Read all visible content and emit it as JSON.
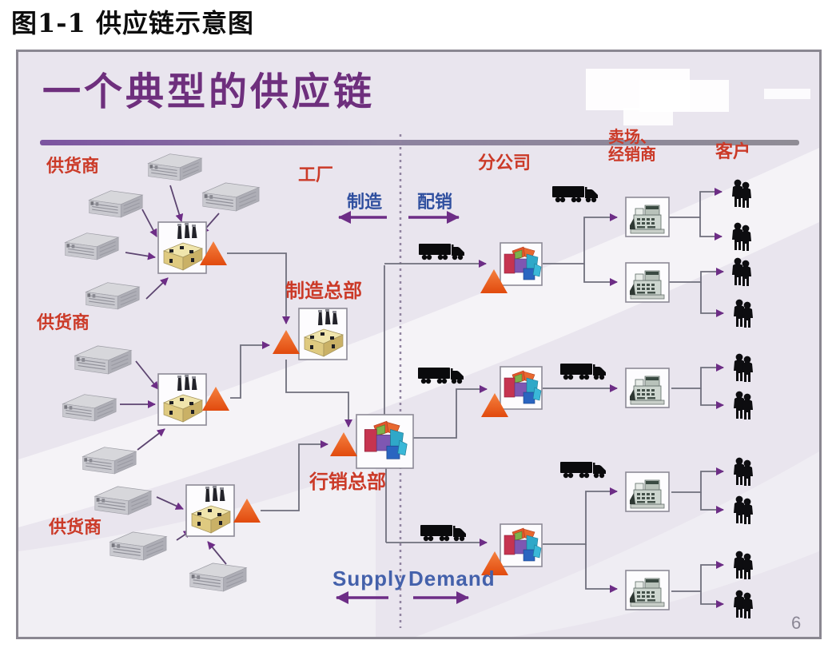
{
  "figure": {
    "caption": "图1-1 供应链示意图"
  },
  "slide": {
    "title": "一个典型的供应链",
    "page_number": "6",
    "stage_labels": {
      "suppliers": [
        "供货商",
        "供货商",
        "供货商"
      ],
      "factory_zone": "工厂",
      "branch": "分公司",
      "retailer_lines": [
        "卖场、",
        "经销商"
      ],
      "customer": "客户"
    },
    "node_labels": {
      "manufacturing_hq": "制造总部",
      "marketing_hq": "行销总部"
    },
    "flow_labels": {
      "manufacture": "制造",
      "distribution": "配销",
      "supply": "Supply",
      "demand": "Demand"
    },
    "icons": {
      "supplier": "supplier-building-icon",
      "factory": "factory-machine-icon",
      "hq_and_branch": "colored-boxes-icon",
      "transport": "truck-icon",
      "retailer": "cash-register-icon",
      "customer": "customers-icon",
      "inventory": "inventory-triangle-icon"
    },
    "colors": {
      "slide_background": "#e9e5ee",
      "title_purple": "#6e2f7d",
      "label_red": "#cb3a28",
      "flow_label_blue": "#2f4f9f",
      "supply_demand_blue": "#4461ab",
      "arrow_purple": "#6d2d86",
      "line_gray": "#6f6f7c",
      "triangle_orange": "#ed5a1c",
      "header_bar_left": "#7b53a0",
      "header_bar_right": "#8f8c95"
    }
  }
}
